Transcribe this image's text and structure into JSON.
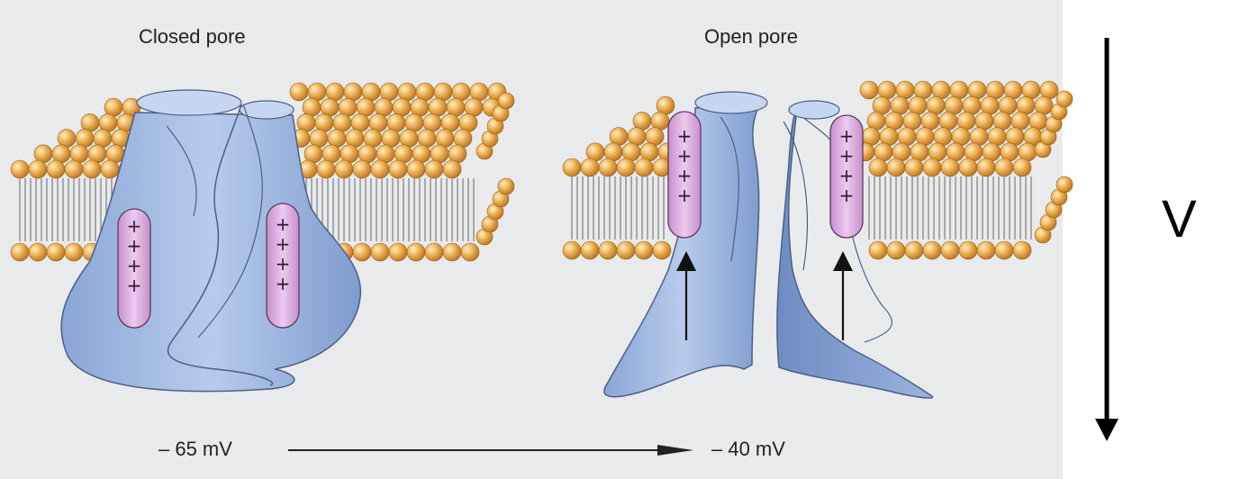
{
  "labels": {
    "closed": "Closed pore",
    "open": "Open pore",
    "voltage_start": "– 65 mV",
    "voltage_end": "– 40 mV",
    "axis_symbol": "V"
  },
  "colors": {
    "background_panel": "#e9eaec",
    "lipid_head": "#e8a94a",
    "lipid_tail": "#8d8d8d",
    "protein": "#9db5dc",
    "protein_dark": "#6f8cbf",
    "sensor": "#d6a6d9"
  },
  "sensor_charge": "+"
}
